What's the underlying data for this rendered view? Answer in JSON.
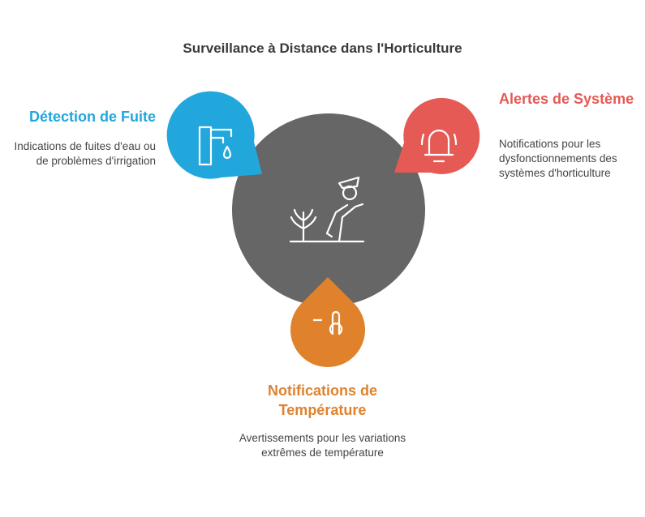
{
  "title": "Surveillance à Distance dans l'Horticulture",
  "colors": {
    "center": "#666666",
    "leak": "#22a7dc",
    "alert": "#e55a55",
    "temperature": "#e0822c",
    "text": "#444444"
  },
  "center": {
    "icon": "gardener-icon"
  },
  "items": [
    {
      "key": "leak",
      "heading": "Détection de Fuite",
      "description": "Indications de fuites d'eau ou de problèmes d'irrigation",
      "icon": "faucet-drop-icon"
    },
    {
      "key": "alert",
      "heading": "Alertes de Système",
      "description": "Notifications pour les dysfonctionnements des systèmes d'horticulture",
      "icon": "alarm-bell-icon"
    },
    {
      "key": "temperature",
      "heading": "Notifications de Température",
      "description": "Avertissements pour les variations extrêmes de température",
      "icon": "thermometer-icon"
    }
  ]
}
